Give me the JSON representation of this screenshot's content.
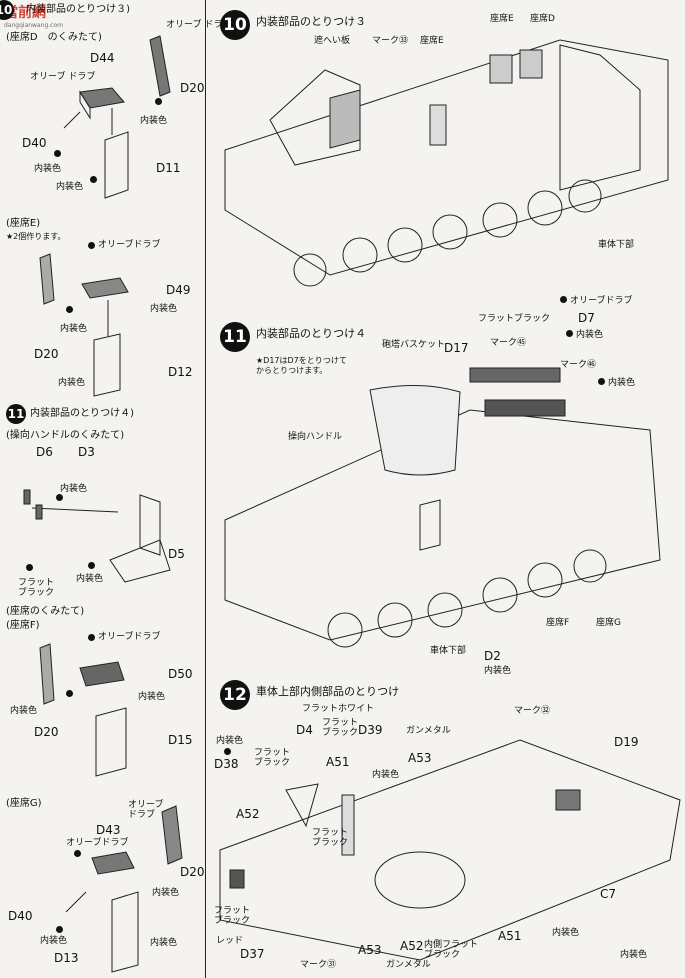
{
  "watermark": {
    "text": "當前網",
    "sub": "dangqianwang.com"
  },
  "left": {
    "top_step_header": "内装部品のとりつけ３)",
    "seat_d": {
      "title": "(座席D　のくみたて)",
      "parts": {
        "d44": "D44",
        "d20": "D20",
        "d40": "D40",
        "d11": "D11"
      },
      "colors": {
        "olive_top": "オリーブ\nドラブ",
        "olive_left": "オリーブ\nドラブ",
        "interior_right": "内装色",
        "interior_left": "内装色",
        "interior_bottom": "内装色"
      }
    },
    "seat_e": {
      "title": "(座席E)",
      "note": "★2個作ります。",
      "parts": {
        "d49": "D49",
        "d20": "D20",
        "d12": "D12"
      },
      "colors": {
        "olive": "オリーブドラブ",
        "interior_left": "内装色",
        "interior_right": "内装色",
        "interior_bottom": "内装色"
      }
    },
    "step11": {
      "number": "11",
      "header": "内装部品のとりつけ４)",
      "handle_title": "(操向ハンドルのくみたて)",
      "parts": {
        "d6": "D6",
        "d3": "D3",
        "d5": "D5"
      },
      "colors": {
        "interior_top": "内装色",
        "flat_black": "フラット\nブラック",
        "interior_bottom": "内装色"
      }
    },
    "seat_f": {
      "title1": "(座席のくみたて)",
      "title2": "(座席F)",
      "parts": {
        "d50": "D50",
        "d20": "D20",
        "d15": "D15"
      },
      "colors": {
        "olive": "オリーブドラブ",
        "interior_left": "内装色",
        "interior_right": "内装色"
      }
    },
    "seat_g": {
      "title": "(座席G)",
      "parts": {
        "d43": "D43",
        "d20": "D20",
        "d40": "D40",
        "d13": "D13"
      },
      "colors": {
        "olive_top": "オリーブ\nドラブ",
        "olive_left": "オリーブドラブ",
        "interior_right": "内装色",
        "interior_left": "内装色",
        "interior_bottom": "内装色"
      }
    }
  },
  "right": {
    "step10": {
      "number": "10",
      "title": "内装部品のとりつけ３",
      "labels": {
        "shield": "遮へい板",
        "mark33": "マーク㉝",
        "seat_e_top": "座席E",
        "seat_e_mid": "座席E",
        "seat_d": "座席D",
        "hull_lower": "車体下部"
      }
    },
    "step11": {
      "number": "11",
      "title": "内装部品のとりつけ４",
      "labels": {
        "d17": "D17",
        "flat_black": "フラットブラック",
        "basket": "砲塔バスケット",
        "mark45": "マーク㊺",
        "mark46": "マーク㊻",
        "olive": "オリーブドラブ",
        "d7": "D7",
        "interior_top": "内装色",
        "interior_mid": "内装色",
        "steering": "操向ハンドル",
        "seat_f": "座席F",
        "seat_g": "座席G",
        "hull_lower": "車体下部",
        "d2": "D2",
        "interior_bottom": "内装色"
      },
      "note": "★D17はD7をとりつけて\nからとりつけます。"
    },
    "step12": {
      "number": "12",
      "title": "車体上部内側部品のとりつけ",
      "labels": {
        "flat_white": "フラットホワイト",
        "d4": "D4",
        "flat_black_a": "フラット\nブラック",
        "flat_black_b": "フラット\nブラック",
        "d39": "D39",
        "gunmetal_top": "ガンメタル",
        "mark32": "マーク㉜",
        "d19": "D19",
        "interior_tl": "内装色",
        "d38": "D38",
        "a51_top": "A51",
        "interior_mid": "内装色",
        "a53_top": "A53",
        "a52_left": "A52",
        "flat_black_c": "フラット\nブラック",
        "c7": "C7",
        "flat_black_left": "フラット\nブラック",
        "red": "レッド",
        "d37": "D37",
        "mark31": "マーク㉛",
        "a53_bot": "A53",
        "gunmetal_bot": "ガンメタル",
        "a52_bot": "A52",
        "interior_inner": "内側フラット\nブラック",
        "a51_bot": "A51",
        "interior_br": "内装色",
        "interior_br2": "内装色"
      }
    }
  }
}
